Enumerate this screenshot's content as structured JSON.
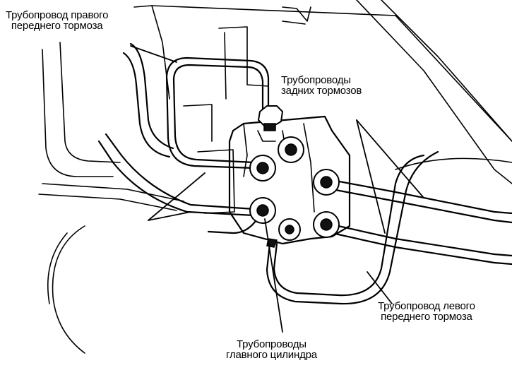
{
  "labels": {
    "right_front": {
      "line1": "Трубопровод правого",
      "line2": "переднего тормоза"
    },
    "rear": {
      "line1": "Трубопроводы",
      "line2": "задних тормозов"
    },
    "left_front": {
      "line1": "Трубопровод левого",
      "line2": "переднего тормоза"
    },
    "master": {
      "line1": "Трубопроводы",
      "line2": "главного цилиндра"
    }
  },
  "colors": {
    "ink": "#000000",
    "paper": "#ffffff"
  }
}
